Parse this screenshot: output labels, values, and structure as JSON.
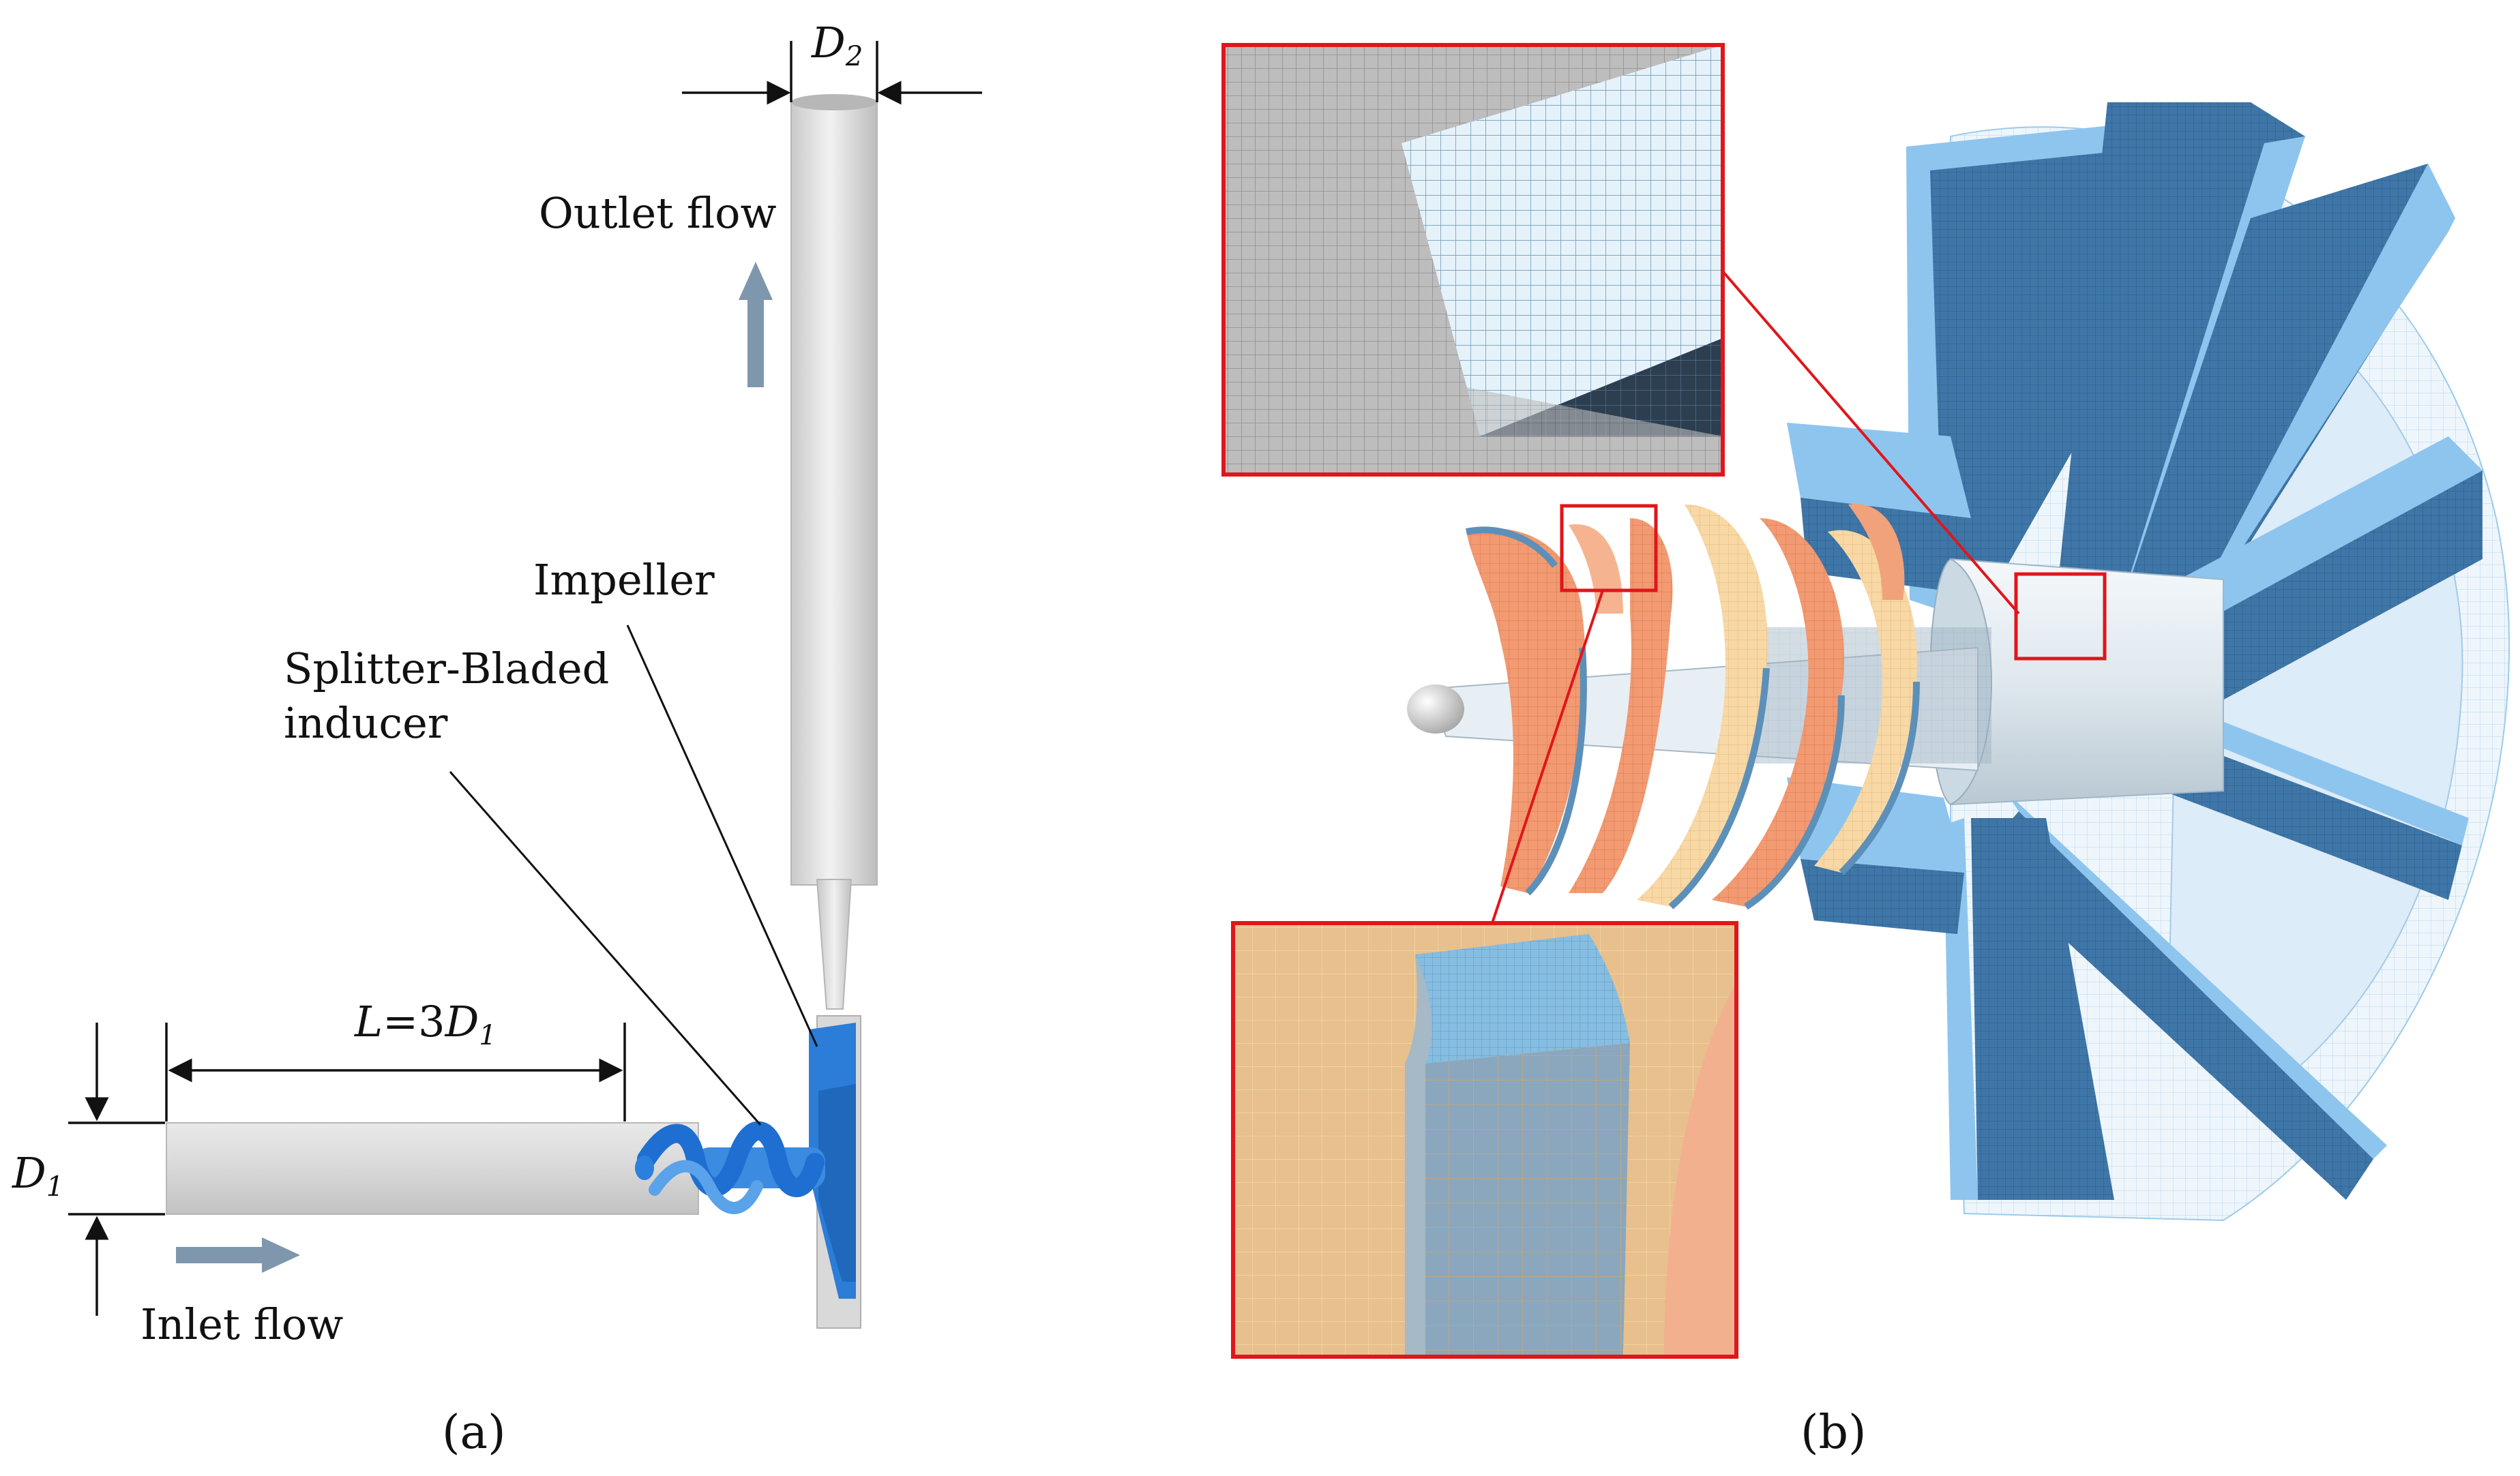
{
  "figure_a": {
    "caption": "(a)",
    "outlet_label": "Outlet flow",
    "inlet_label": "Inlet flow",
    "impeller_label": "Impeller",
    "inducer_label_line1": "Splitter-Bladed",
    "inducer_label_line2": "inducer",
    "d2_symbol": "D",
    "d2_sub": "2",
    "d1_symbol": "D",
    "d1_sub": "1",
    "length_symbol": "L",
    "length_eq": "=3",
    "length_d": "D",
    "length_sub": "1"
  },
  "figure_b": {
    "caption": "(b)"
  },
  "colors": {
    "pipe": "#d9d9d9",
    "flow_arrow": "#7f97ad",
    "inducer_blue": "#2f7fd6",
    "impeller_blade": "#4a86c0",
    "blade_edge": "#8ec5ee",
    "orange_blade": "#f19a6e",
    "yellow_blade": "#f6d49c",
    "zoom_frame": "#e0161b"
  }
}
